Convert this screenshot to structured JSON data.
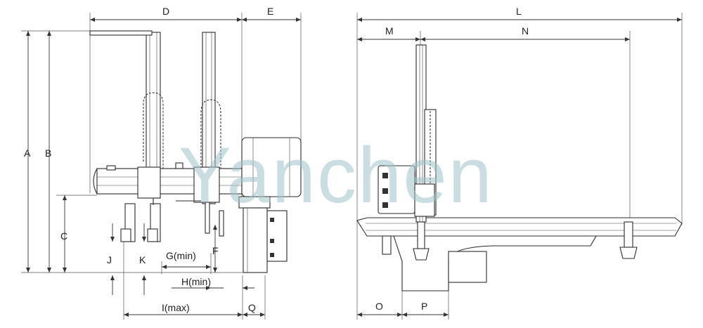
{
  "watermark": "Yanchen",
  "front_view": {
    "labels": {
      "A": "A",
      "B": "B",
      "C": "C",
      "D": "D",
      "E": "E",
      "F": "F",
      "G": "G(min)",
      "H": "H(min)",
      "I": "I(max)",
      "J": "J",
      "K": "K",
      "Q": "Q"
    }
  },
  "side_view": {
    "labels": {
      "L": "L",
      "M": "M",
      "N": "N",
      "O": "O",
      "P": "P"
    }
  }
}
